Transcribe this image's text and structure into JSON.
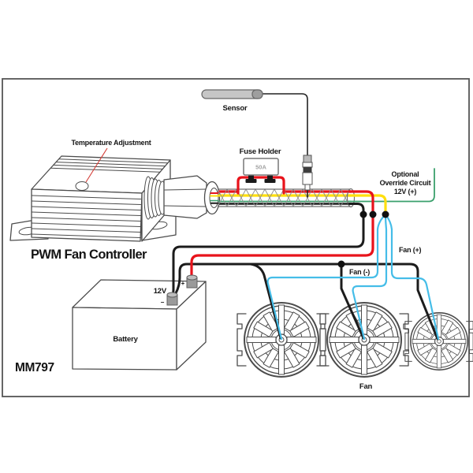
{
  "model": "MM797",
  "controller": {
    "label": "PWM Fan Controller",
    "adjustment": "Temperature Adjustment"
  },
  "sensor": {
    "label": "Sensor"
  },
  "fuse": {
    "label": "Fuse Holder",
    "rating": "50A"
  },
  "override": {
    "line1": "Optional",
    "line2": "Override Circuit",
    "line3": "12V (+)"
  },
  "battery": {
    "label": "Battery",
    "voltage": "12V",
    "plus": "+",
    "minus": "−"
  },
  "fans": {
    "label": "Fan",
    "positive": "Fan (+)",
    "negative": "Fan (-)"
  },
  "colors": {
    "positive": "#e8131b",
    "ground": "#1c1c1c",
    "fan_output": "#ffdf0e",
    "fan_positive": "#45bde8",
    "override": "#3aa06c",
    "leader": "#d43c36"
  }
}
